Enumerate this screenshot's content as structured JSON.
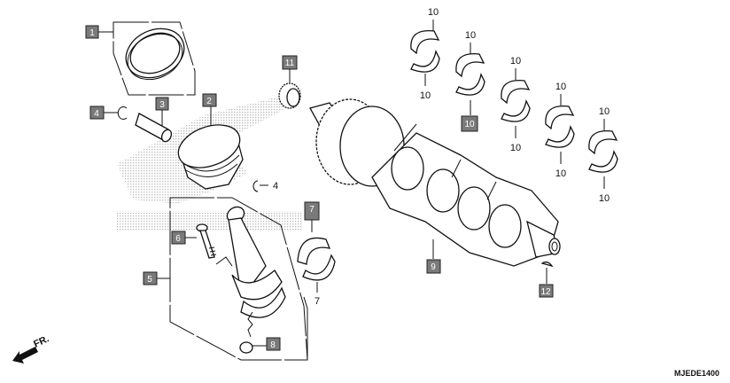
{
  "diagram": {
    "code": "MJEDE1400",
    "front_indicator": "FR.",
    "callouts": {
      "c1": "1",
      "c2": "2",
      "c3": "3",
      "c4a": "4",
      "c4b": "4",
      "c5": "5",
      "c6": "6",
      "c7a": "7",
      "c7b": "7",
      "c8": "8",
      "c9": "9",
      "c11": "11",
      "c12": "12",
      "c10": [
        "10",
        "10",
        "10",
        "10",
        "10",
        "10",
        "10",
        "10",
        "10",
        "10"
      ]
    },
    "parts": [
      "piston-ring-set",
      "piston",
      "piston-pin",
      "piston-pin-clip",
      "connecting-rod",
      "connecting-rod-bolt",
      "crankpin-bearing",
      "connecting-rod-nut",
      "crankshaft",
      "main-journal-bearing",
      "starter-gear",
      "woodruff-key"
    ],
    "colors": {
      "callout_box": "#7a7a7a",
      "watermark": "#bdbdbd"
    }
  }
}
